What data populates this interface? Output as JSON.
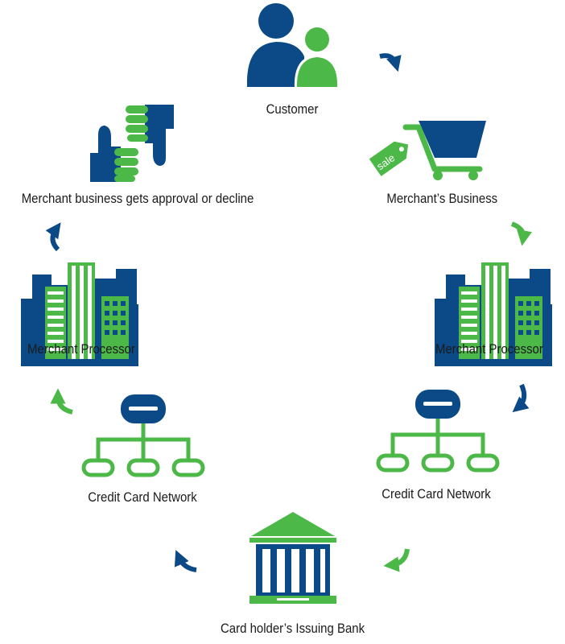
{
  "colors": {
    "navy": "#0b4a86",
    "green": "#4cb848"
  },
  "nodes": {
    "customer": {
      "label": "Customer",
      "icon": "customer-icon"
    },
    "merchant_business": {
      "label": "Merchant’s Business",
      "icon": "shopping-cart-icon",
      "tag_text": "sale"
    },
    "merchant_processor_right": {
      "label": "Merchant Processor",
      "icon": "city-buildings-icon"
    },
    "credit_card_network_right": {
      "label": "Credit Card Network",
      "icon": "network-icon"
    },
    "issuing_bank": {
      "label": "Card holder’s Issuing Bank",
      "icon": "bank-icon"
    },
    "credit_card_network_left": {
      "label": "Credit Card Network",
      "icon": "network-icon"
    },
    "merchant_processor_left": {
      "label": "Merchant Processor",
      "icon": "city-buildings-icon"
    },
    "approval": {
      "label": "Merchant business gets approval or decline",
      "icon": "thumbs-up-down-icon"
    }
  },
  "flow": [
    "customer",
    "merchant_business",
    "merchant_processor_right",
    "credit_card_network_right",
    "issuing_bank",
    "credit_card_network_left",
    "merchant_processor_left",
    "approval"
  ]
}
